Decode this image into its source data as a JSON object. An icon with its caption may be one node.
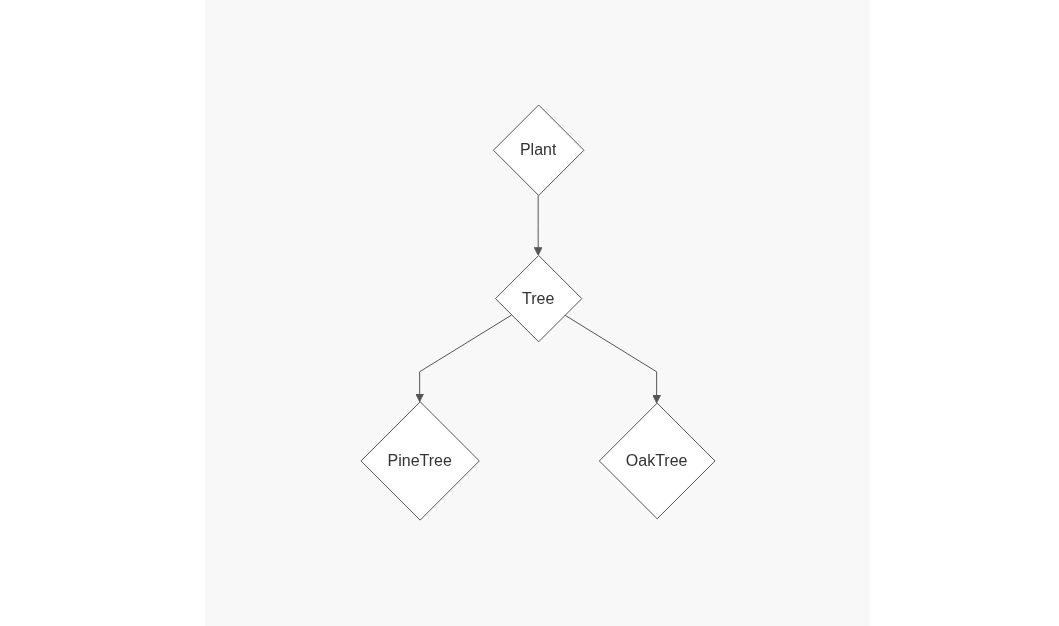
{
  "diagram": {
    "nodes": [
      {
        "text": [
          "Plant"
        ]
      },
      {
        "text": [
          "Tree"
        ]
      },
      {
        "text": [
          "PineTree"
        ]
      },
      {
        "text": [
          "OakTree"
        ]
      }
    ],
    "edges": [
      {
        "from": 0,
        "to": 1,
        "arrow": "to"
      },
      {
        "from": 1,
        "to": 2,
        "arrow": "to"
      },
      {
        "from": 1,
        "to": 3,
        "arrow": "to"
      }
    ]
  }
}
